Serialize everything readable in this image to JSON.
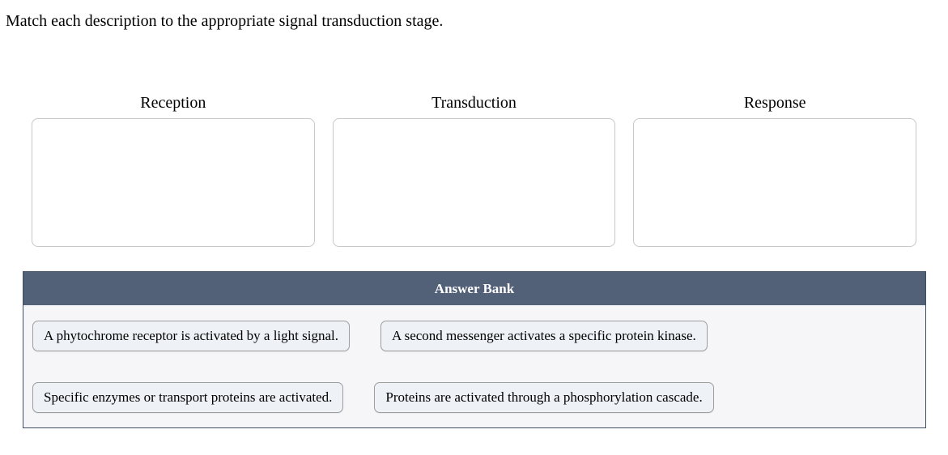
{
  "prompt": "Match each description to the appropriate signal transduction stage.",
  "stages": [
    {
      "label": "Reception"
    },
    {
      "label": "Transduction"
    },
    {
      "label": "Response"
    }
  ],
  "answer_bank": {
    "title": "Answer Bank",
    "items": [
      "A phytochrome receptor is activated by a light signal.",
      "A second messenger activates a specific protein kinase.",
      "Specific enzymes or transport proteins are activated.",
      "Proteins are activated through a phosphorylation cascade."
    ]
  },
  "colors": {
    "bank_header_bg": "#526078",
    "bank_border": "#3f4e63",
    "bank_body_bg": "#f6f6f8",
    "item_bg": "#eef1f6",
    "item_border": "#9e9e9e",
    "dropzone_border": "#c9c9c9",
    "text": "#000000"
  }
}
